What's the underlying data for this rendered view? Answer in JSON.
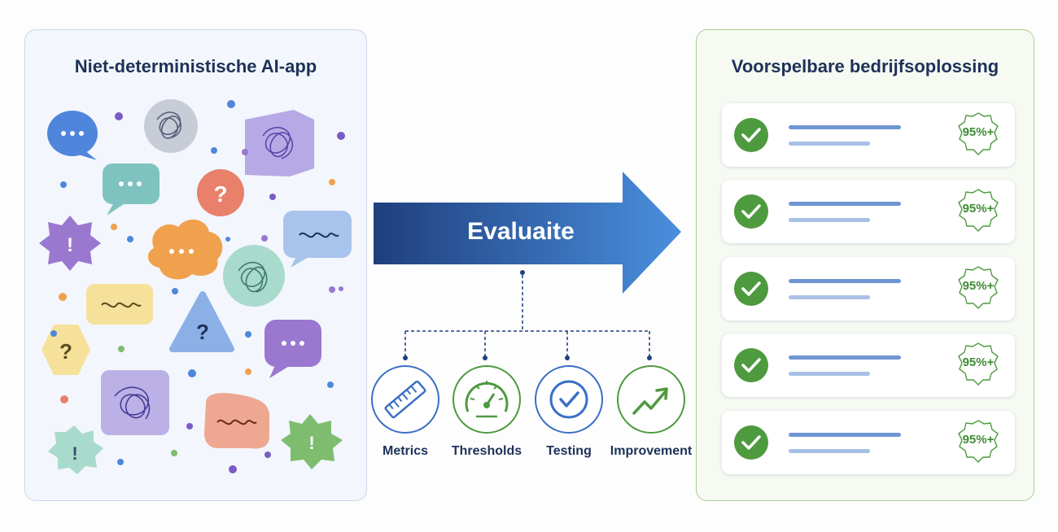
{
  "left_panel": {
    "title": "Niet-deterministische AI-app"
  },
  "center": {
    "arrow_label": "Evaluaite",
    "steps": [
      {
        "label": "Metrics",
        "icon": "ruler-icon"
      },
      {
        "label": "Thresholds",
        "icon": "gauge-icon"
      },
      {
        "label": "Testing",
        "icon": "check-circle-icon"
      },
      {
        "label": "Improvement",
        "icon": "trend-up-icon"
      }
    ]
  },
  "right_panel": {
    "title": "Voorspelbare bedrijfsoplossing",
    "rows": [
      {
        "badge": "95%+"
      },
      {
        "badge": "95%+"
      },
      {
        "badge": "95%+"
      },
      {
        "badge": "95%+"
      },
      {
        "badge": "95%+"
      }
    ]
  },
  "colors": {
    "navy": "#1d3258",
    "arrow_start": "#1f3f7d",
    "arrow_end": "#4a8fde",
    "success_green": "#4e9a3f",
    "left_border": "#c9d6ea",
    "right_border": "#a9cf95"
  }
}
